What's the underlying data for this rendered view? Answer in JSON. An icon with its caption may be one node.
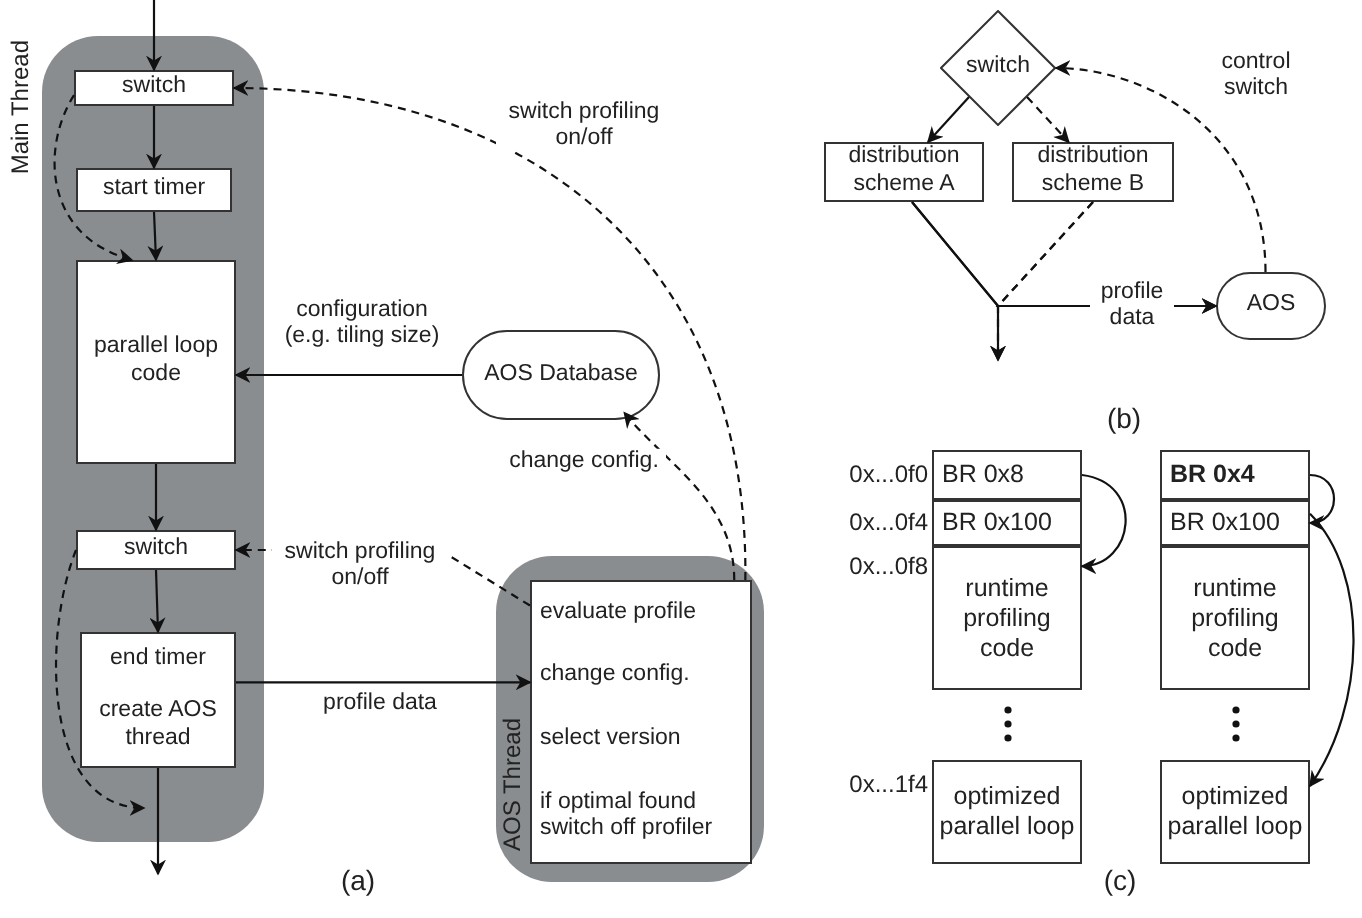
{
  "diagram": {
    "nodes": [
      {
        "text": [
          "Main Thread"
        ]
      },
      {
        "text": [
          "switch"
        ],
        "in": 0
      },
      {
        "text": [
          "start timer"
        ],
        "in": 0
      },
      {
        "text": [
          "parallel loop code"
        ],
        "in": 0
      },
      {
        "text": [
          "switch"
        ],
        "in": 0
      },
      {
        "text": [
          "end timer",
          "create AOS thread"
        ],
        "in": 0
      },
      {
        "text": [
          "AOS Database"
        ]
      },
      {
        "text": [
          "AOS Thread"
        ]
      },
      {
        "text": [
          "evaluate profile",
          "change config.",
          "select version",
          "if optimal found switch off profiler"
        ],
        "in": 7
      },
      {
        "text": [
          "switch"
        ]
      },
      {
        "text": [
          "distribution scheme A"
        ]
      },
      {
        "text": [
          "distribution scheme B"
        ]
      },
      {
        "text": [
          "AOS"
        ]
      },
      {
        "text": [
          "BR 0x8"
        ]
      },
      {
        "text": [
          "BR 0x100"
        ]
      },
      {
        "text": [
          "runtime profiling code"
        ]
      },
      {
        "text": [
          "optimized parallel loop"
        ]
      },
      {
        "text": [
          "BR 0x4"
        ]
      },
      {
        "text": [
          "BR 0x100"
        ]
      },
      {
        "text": [
          "runtime profiling code"
        ]
      },
      {
        "text": [
          "optimized parallel loop"
        ]
      }
    ],
    "edges": [
      {
        "from": null,
        "to": 1,
        "arrow": "to"
      },
      {
        "from": 1,
        "to": 2,
        "arrow": "to"
      },
      {
        "from": 2,
        "to": 3,
        "arrow": "to"
      },
      {
        "from": 1,
        "to": 3,
        "arrow": "to",
        "style": "dashed"
      },
      {
        "from": 3,
        "to": 4,
        "arrow": "to"
      },
      {
        "from": 4,
        "to": 5,
        "arrow": "to"
      },
      {
        "from": 4,
        "to": null,
        "arrow": "to",
        "style": "dashed"
      },
      {
        "from": 5,
        "to": null,
        "arrow": "to"
      },
      {
        "from": 6,
        "to": 3,
        "arrow": "to",
        "label": "configuration (e.g. tiling size)"
      },
      {
        "from": 5,
        "to": 8,
        "arrow": "to",
        "label": "profile data"
      },
      {
        "from": 8,
        "to": 4,
        "arrow": "to",
        "style": "dashed",
        "label": "switch profiling on/off"
      },
      {
        "from": 8,
        "to": 6,
        "arrow": "to",
        "style": "dashed",
        "label": "change config."
      },
      {
        "from": 8,
        "to": 1,
        "arrow": "to",
        "style": "dashed",
        "label": "switch profiling on/off"
      },
      {
        "from": 9,
        "to": 10,
        "arrow": "to"
      },
      {
        "from": 9,
        "to": 11,
        "arrow": "to",
        "style": "dashed"
      },
      {
        "from": 10,
        "to": 12,
        "arrow": "to",
        "label": "profile data"
      },
      {
        "from": 11,
        "to": 12,
        "arrow": "to",
        "style": "dashed"
      },
      {
        "from": 10,
        "to": null,
        "arrow": "to"
      },
      {
        "from": 11,
        "to": null,
        "arrow": "to",
        "style": "dashed"
      },
      {
        "from": 12,
        "to": 9,
        "arrow": "to",
        "style": "dashed",
        "label": "control switch"
      },
      {
        "from": 13,
        "to": 15,
        "arrow": "to"
      },
      {
        "from": 17,
        "to": 18,
        "arrow": "to"
      },
      {
        "from": 18,
        "to": 20,
        "arrow": "to"
      }
    ],
    "labels": [
      "0x...0f0",
      "0x...0f4",
      "0x...0f8",
      "0x...1f4",
      "(a)",
      "(b)",
      "(c)"
    ]
  }
}
